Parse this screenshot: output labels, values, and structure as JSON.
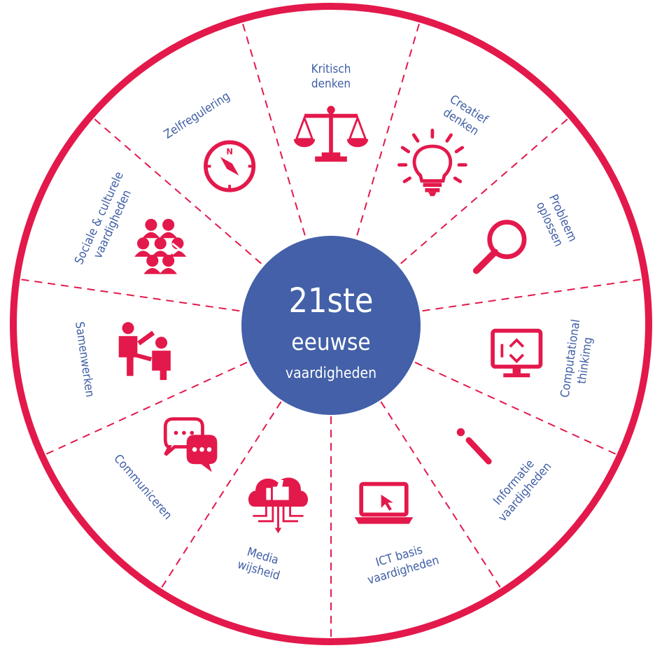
{
  "colors": {
    "ring": "#e3194b",
    "icon": "#e3194b",
    "label": "#3f5ea5",
    "center_fill": "#4360a8",
    "center_text": "#ffffff",
    "background": "#ffffff"
  },
  "center": {
    "line1": "21ste",
    "line2": "eeuwse",
    "line3": "vaardigheden"
  },
  "segments": [
    {
      "id": "kritisch-denken",
      "lines": [
        "Kritisch",
        "denken"
      ],
      "icon": "scales-icon"
    },
    {
      "id": "creatief-denken",
      "lines": [
        "Creatief",
        "denken"
      ],
      "icon": "lightbulb-icon"
    },
    {
      "id": "probleem-oplossen",
      "lines": [
        "Probleem",
        "oplossen"
      ],
      "icon": "magnifier-icon"
    },
    {
      "id": "computational-thinking",
      "lines": [
        "Computational",
        "thinkimg"
      ],
      "icon": "monitor-code-icon"
    },
    {
      "id": "informatievaardigheden",
      "lines": [
        "Informatie",
        "vaardigheden"
      ],
      "icon": "info-icon"
    },
    {
      "id": "ict-basisvaardigheden",
      "lines": [
        "ICT basis",
        "vaardigheden"
      ],
      "icon": "laptop-icon"
    },
    {
      "id": "mediawijsheid",
      "lines": [
        "Media",
        "wijsheid"
      ],
      "icon": "cloud-like-icon"
    },
    {
      "id": "communiceren",
      "lines": [
        "Communiceren"
      ],
      "icon": "speech-bubbles-icon"
    },
    {
      "id": "samenwerken",
      "lines": [
        "Samenwerken"
      ],
      "icon": "people-collaborate-icon"
    },
    {
      "id": "sociale-culturele",
      "lines": [
        "Sociale & culturele",
        "vaardigheden"
      ],
      "icon": "group-icon"
    },
    {
      "id": "zelfregulering",
      "lines": [
        "Zelfregulering"
      ],
      "icon": "compass-icon"
    }
  ]
}
